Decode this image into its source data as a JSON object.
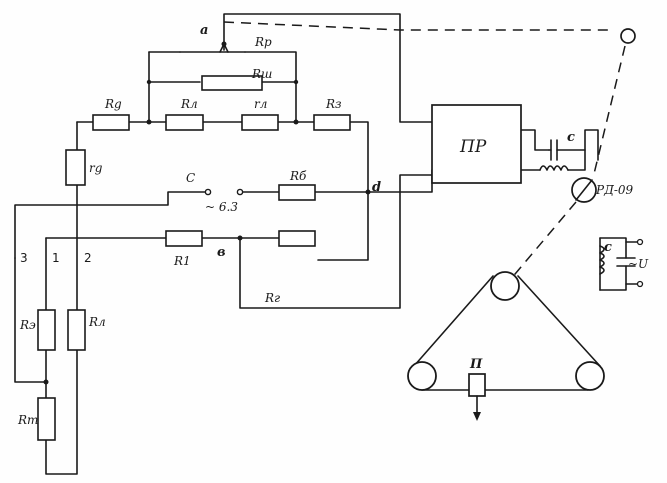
{
  "labels": {
    "Rp": "Rр",
    "Rsh": "Rш",
    "Rd": "Rg",
    "Rl": "Rл",
    "rl": "rл",
    "Rz": "Rз",
    "rd": "rg",
    "Rb": "Rб",
    "R1": "R1",
    "Rg": "Rг",
    "Rs": "Rэ",
    "Rl2": "Rл",
    "Rt": "Rт",
    "node_a": "а",
    "node_b": "в",
    "node_c": "С",
    "node_d": "d",
    "supply": "~ 6.3",
    "w3": "3",
    "w1": "1",
    "w2": "2",
    "pr": "ПР",
    "cap_c": "c",
    "rd09": "РД-09",
    "cap_c2": "c",
    "ac_u": "~U",
    "pulley_p": "П"
  }
}
